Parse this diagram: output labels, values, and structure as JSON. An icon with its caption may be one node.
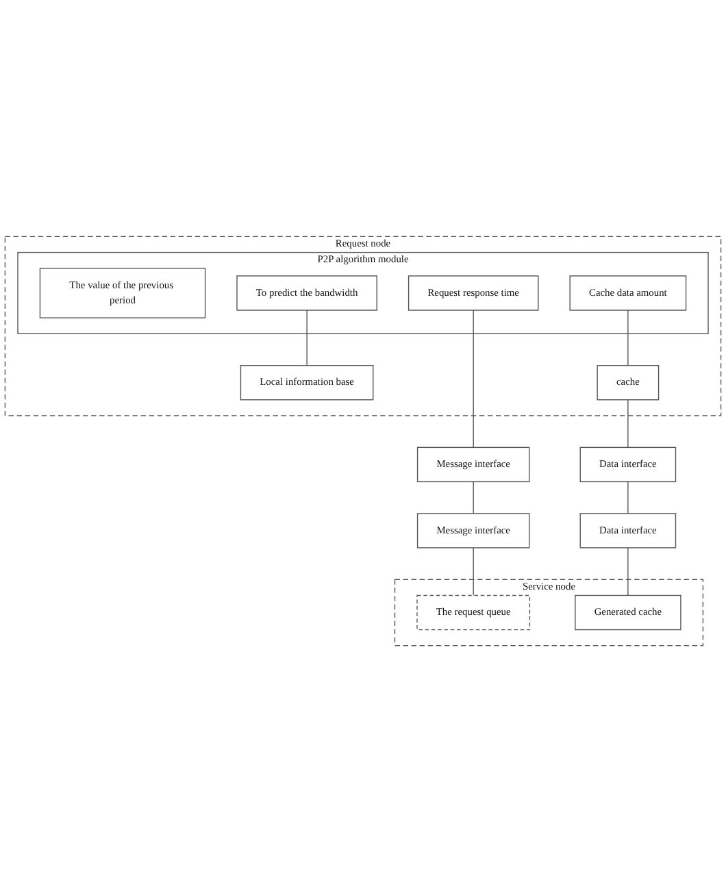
{
  "diagram": {
    "nodes": [
      {
        "text": [
          "Request node"
        ]
      },
      {
        "text": [
          "P2P algorithm module"
        ],
        "in": 0
      },
      {
        "text": [
          "The value of the previous period"
        ],
        "in": 1
      },
      {
        "text": [
          "To predict the bandwidth"
        ],
        "in": 1
      },
      {
        "text": [
          "Local information base"
        ],
        "in": 0
      },
      {
        "text": [
          "Request response time"
        ],
        "in": 1
      },
      {
        "text": [
          "Cache data amount"
        ],
        "in": 1
      },
      {
        "text": [
          "cache"
        ],
        "in": 0
      },
      {
        "text": [
          "Message interface"
        ]
      },
      {
        "text": [
          "Data interface"
        ]
      },
      {
        "text": [
          "Message interface"
        ]
      },
      {
        "text": [
          "Data interface"
        ]
      },
      {
        "text": [
          "Service node"
        ]
      },
      {
        "text": [
          "The request queue"
        ],
        "in": 12
      },
      {
        "text": [
          "Generated cache"
        ],
        "in": 12
      }
    ],
    "edges": [
      {
        "from": 3,
        "to": 4,
        "arrow": "none"
      },
      {
        "from": 6,
        "to": 7,
        "arrow": "none"
      },
      {
        "from": 5,
        "to": 8,
        "arrow": "none"
      },
      {
        "from": 7,
        "to": 9,
        "arrow": "none"
      },
      {
        "from": 8,
        "to": 10,
        "arrow": "none"
      },
      {
        "from": 9,
        "to": 11,
        "arrow": "none"
      },
      {
        "from": 10,
        "to": 13,
        "arrow": "none"
      },
      {
        "from": 11,
        "to": 14,
        "arrow": "none"
      }
    ]
  }
}
